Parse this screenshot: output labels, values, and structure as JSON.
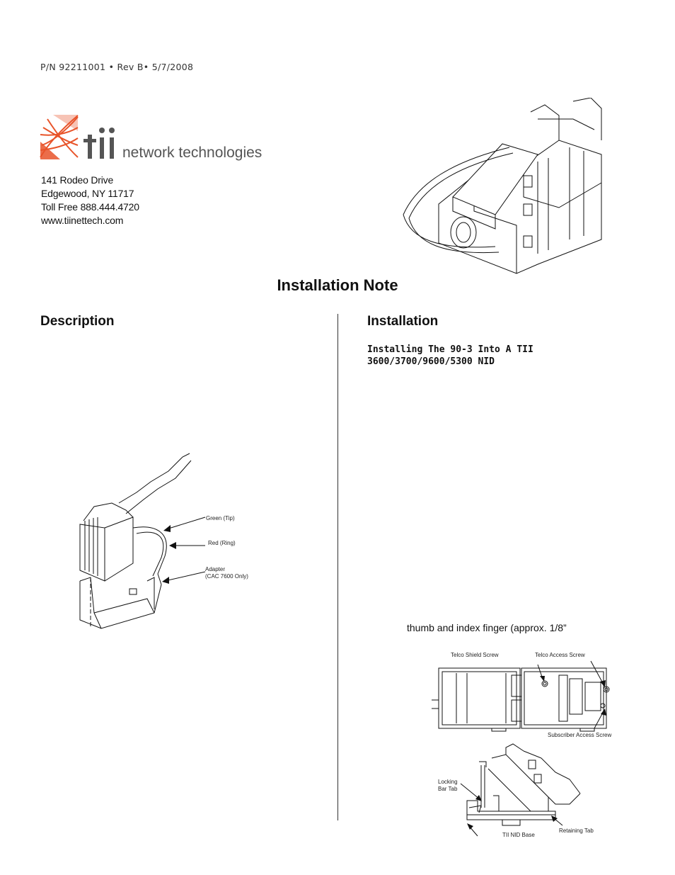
{
  "header": {
    "part_number": "P/N 92211001 • Rev B• 5/7/2008"
  },
  "logo": {
    "brand": "tii",
    "tagline": "network technologies",
    "accent_color": "#e8542a"
  },
  "address": {
    "line1": "141 Rodeo Drive",
    "line2": "Edgewood, NY 11717",
    "line3": "Toll Free 888.444.4720",
    "line4": "www.tiinettech.com"
  },
  "title": "Installation Note",
  "left": {
    "heading": "Description",
    "figure_labels": {
      "green": "Green (Tip)",
      "red": "Red (Ring)",
      "adapter_line1": "Adapter",
      "adapter_line2": "(CAC 7600 Only)"
    }
  },
  "right": {
    "heading": "Installation",
    "subheading": "Installing The 90-3 Into A TII 3600/3700/9600/5300 NID",
    "body_fragment": "thumb and index finger (approx. 1/8”",
    "figure1_labels": {
      "telco_shield": "Telco Shield Screw",
      "telco_access": "Telco Access Screw",
      "subscriber_access": "Subscriber Access Screw"
    },
    "figure2_labels": {
      "locking_line1": "Locking",
      "locking_line2": "Bar Tab",
      "retaining": "Retaining Tab",
      "nid_base": "TII NID Base"
    }
  }
}
